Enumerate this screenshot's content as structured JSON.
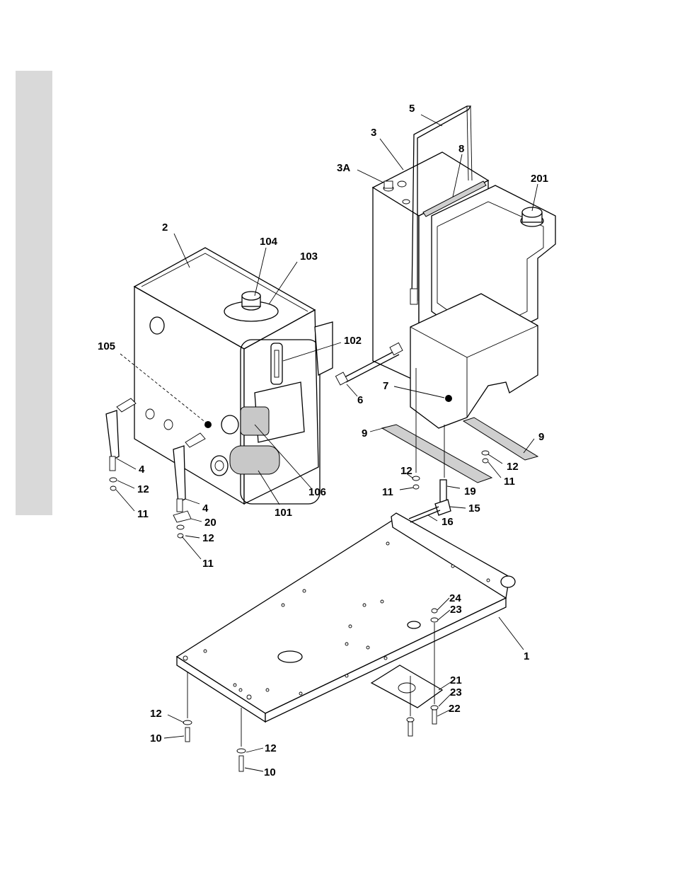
{
  "colors": {
    "background": "#ffffff",
    "sidebar": "#d9d9d9",
    "ink": "#000000"
  },
  "callouts": [
    {
      "id": "c5",
      "text": "5"
    },
    {
      "id": "c3",
      "text": "3"
    },
    {
      "id": "c3a",
      "text": "3A"
    },
    {
      "id": "c8",
      "text": "8"
    },
    {
      "id": "c201",
      "text": "201"
    },
    {
      "id": "c2",
      "text": "2"
    },
    {
      "id": "c104",
      "text": "104"
    },
    {
      "id": "c103",
      "text": "103"
    },
    {
      "id": "c105",
      "text": "105"
    },
    {
      "id": "c102",
      "text": "102"
    },
    {
      "id": "c6",
      "text": "6"
    },
    {
      "id": "c7",
      "text": "7"
    },
    {
      "id": "c9a",
      "text": "9"
    },
    {
      "id": "c9b",
      "text": "9"
    },
    {
      "id": "c12a",
      "text": "12"
    },
    {
      "id": "c11a",
      "text": "11"
    },
    {
      "id": "c12b",
      "text": "12"
    },
    {
      "id": "c11b",
      "text": "11"
    },
    {
      "id": "c19",
      "text": "19"
    },
    {
      "id": "c15",
      "text": "15"
    },
    {
      "id": "c16",
      "text": "16"
    },
    {
      "id": "c4a",
      "text": "4"
    },
    {
      "id": "c12c",
      "text": "12"
    },
    {
      "id": "c11c",
      "text": "11"
    },
    {
      "id": "c4b",
      "text": "4"
    },
    {
      "id": "c20",
      "text": "20"
    },
    {
      "id": "c12d",
      "text": "12"
    },
    {
      "id": "c11d",
      "text": "11"
    },
    {
      "id": "c101",
      "text": "101"
    },
    {
      "id": "c106",
      "text": "106"
    },
    {
      "id": "c24",
      "text": "24"
    },
    {
      "id": "c23a",
      "text": "23"
    },
    {
      "id": "c1",
      "text": "1"
    },
    {
      "id": "c21",
      "text": "21"
    },
    {
      "id": "c23b",
      "text": "23"
    },
    {
      "id": "c22",
      "text": "22"
    },
    {
      "id": "c12e",
      "text": "12"
    },
    {
      "id": "c10a",
      "text": "10"
    },
    {
      "id": "c12f",
      "text": "12"
    },
    {
      "id": "c10b",
      "text": "10"
    }
  ]
}
